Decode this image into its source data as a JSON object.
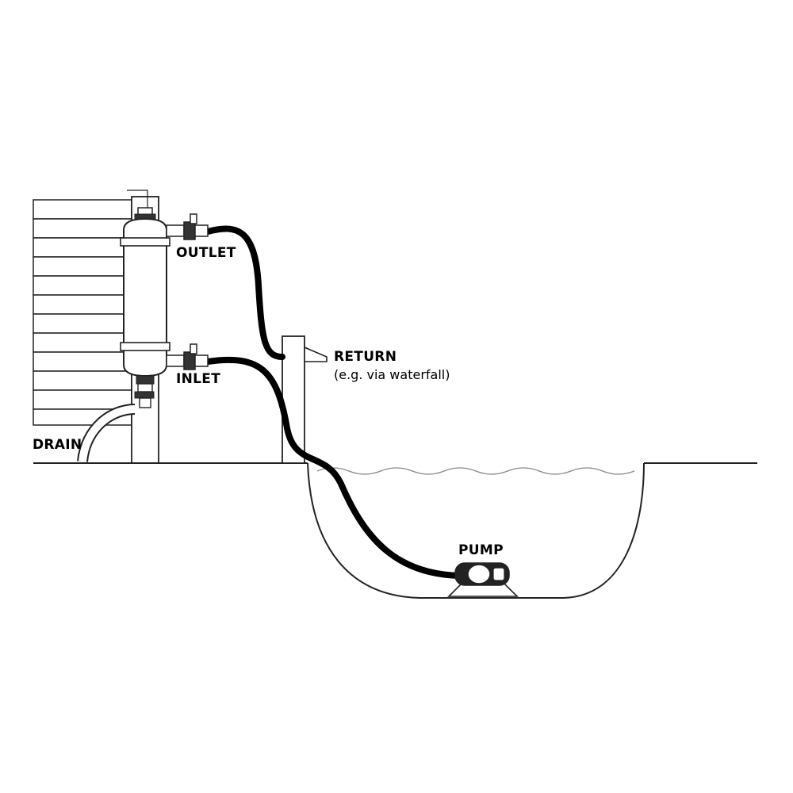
{
  "labels": {
    "outlet": "OUTLET",
    "inlet": "INLET",
    "drain": "DRAIN",
    "return": "RETURN",
    "return_note": "(e.g. via waterfall)",
    "pump": "PUMP"
  },
  "colors": {
    "line": "#1a1a1a",
    "hose": "#000000",
    "background": "#ffffff",
    "water_line": "#888888"
  }
}
